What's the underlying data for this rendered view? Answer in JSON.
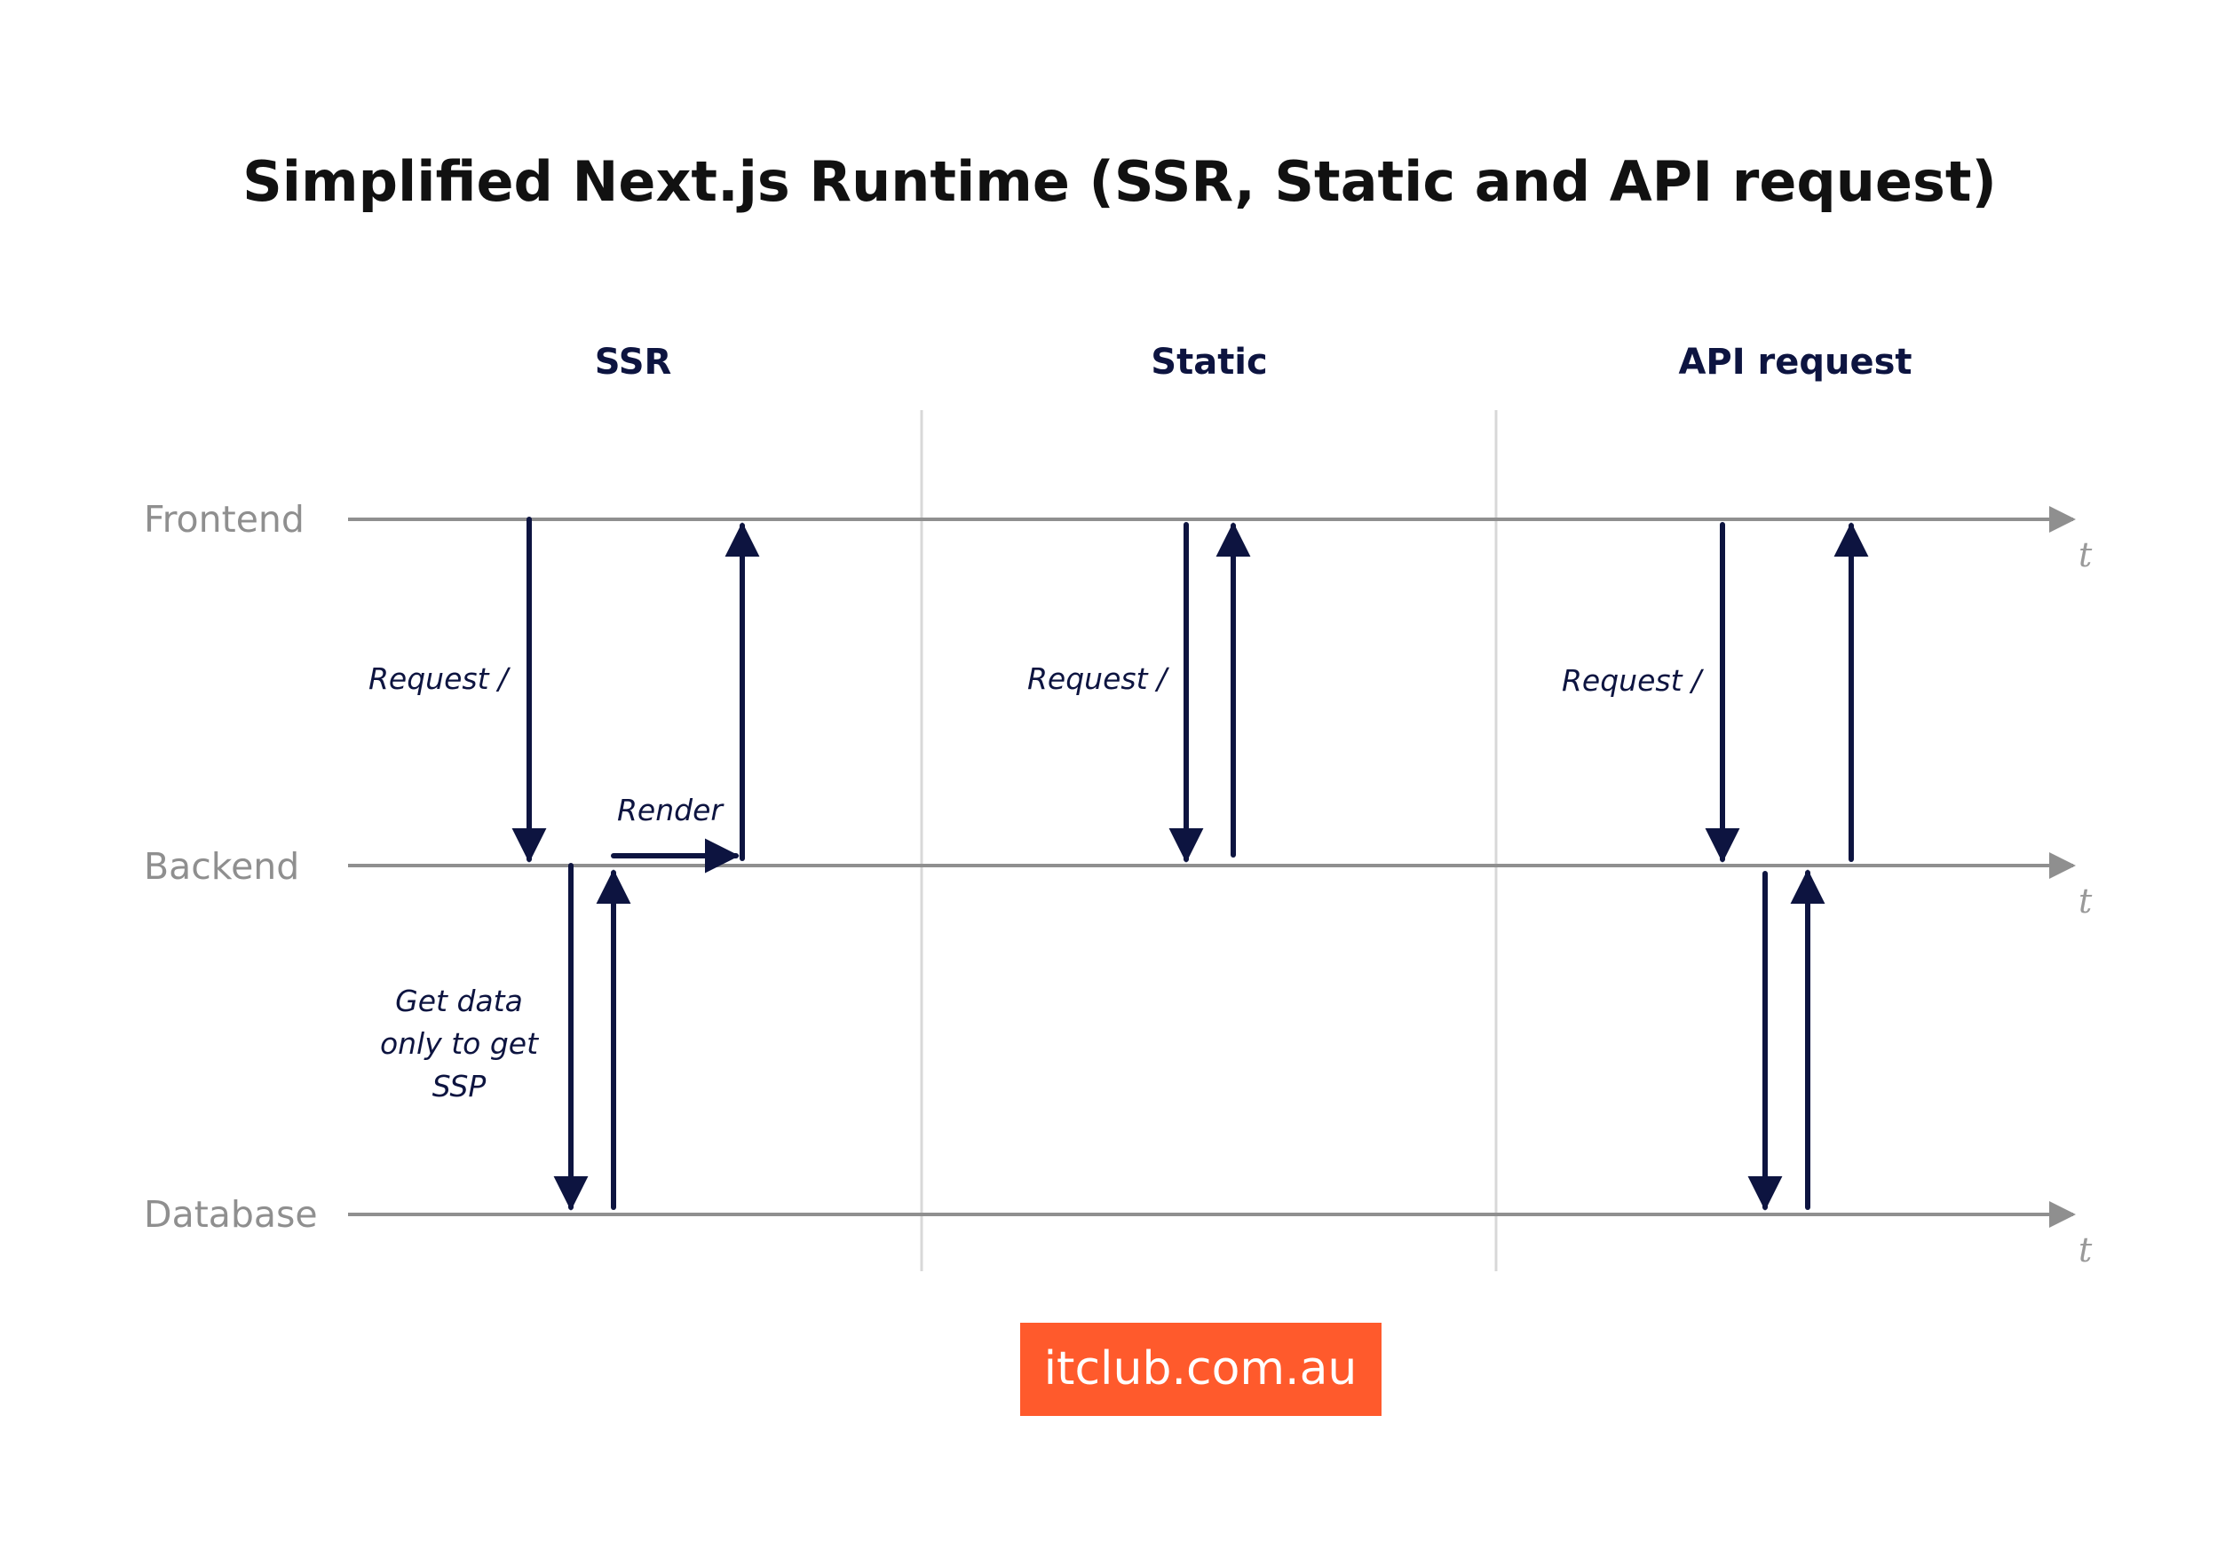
{
  "title": "Simplified Next.js Runtime (SSR, Static and API request)",
  "sections": {
    "ssr": "SSR",
    "static": "Static",
    "api": "API request"
  },
  "lanes": {
    "frontend": "Frontend",
    "backend": "Backend",
    "database": "Database",
    "time_axis": "t"
  },
  "labels": {
    "ssr_request": "Request /",
    "ssr_render": "Render",
    "ssr_getdata_line1": "Get data",
    "ssr_getdata_line2": "only to get",
    "ssr_getdata_line3": "SSP",
    "static_request": "Request /",
    "api_request": "Request /"
  },
  "badge": {
    "text": "itclub.com.au",
    "color": "#ff5a2c"
  },
  "colors": {
    "flow_arrow": "#0d1440",
    "lane_line": "#8f8f8f",
    "divider": "#d8d8d8"
  }
}
